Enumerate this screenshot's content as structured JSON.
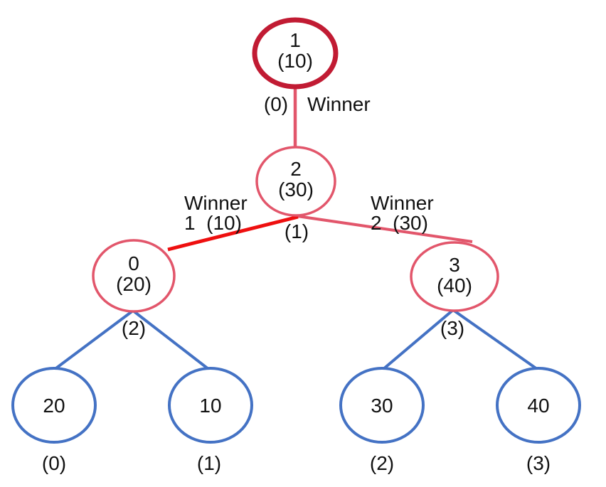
{
  "diagram": {
    "nodes": {
      "root": {
        "id": "1",
        "value": "(10)"
      },
      "node2": {
        "id": "2",
        "value": "(30)"
      },
      "node0": {
        "id": "0",
        "value": "(20)"
      },
      "node3": {
        "id": "3",
        "value": "(40)"
      },
      "leaf0": {
        "value": "20",
        "index": "(0)"
      },
      "leaf1": {
        "value": "10",
        "index": "(1)"
      },
      "leaf2": {
        "value": "30",
        "index": "(2)"
      },
      "leaf3": {
        "value": "40",
        "index": "(3)"
      }
    },
    "position_labels": {
      "root": "(0)",
      "node2": "(1)",
      "node0": "(2)",
      "node3": "(3)"
    },
    "edge_labels": {
      "root_winner": "Winner",
      "left_winner_line1": "Winner",
      "left_winner_line2": "1  (10)",
      "right_winner_line1": "Winner",
      "right_winner_line2": "2  (30)"
    },
    "colors": {
      "root_stroke": "#c11b33",
      "internal_stroke": "#e2566b",
      "leaf_stroke": "#4472c4",
      "winner_edge": "#ee0f0f",
      "tree_edge": "#e2566b",
      "leaf_edge": "#4472c4",
      "text": "#111111"
    }
  }
}
